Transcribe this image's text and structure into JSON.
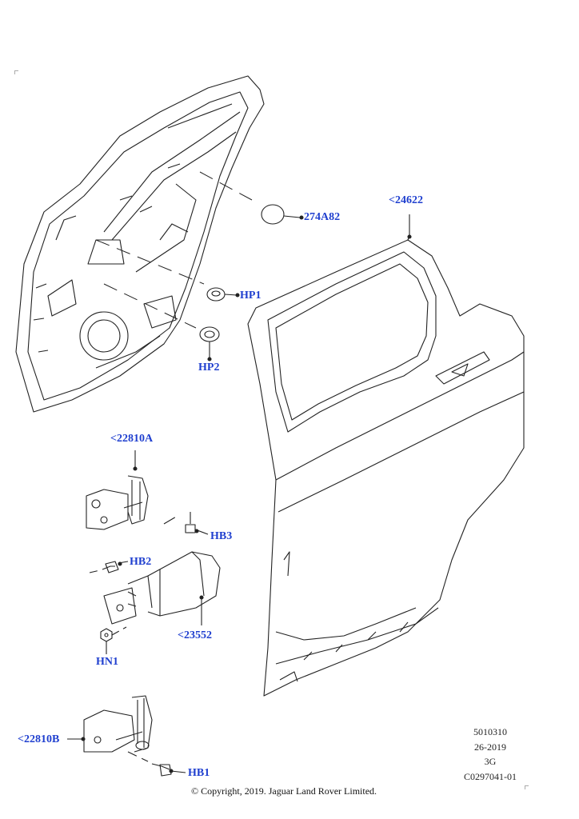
{
  "callouts": {
    "grommet_274a82": "274A82",
    "door_24622": "<24622",
    "plug_hp1": "HP1",
    "plug_hp2": "HP2",
    "hinge_upper": "<22810A",
    "bolt_hb3": "HB3",
    "bolt_hb2": "HB2",
    "check_strap": "<23552",
    "nut_hn1": "HN1",
    "hinge_lower": "<22810B",
    "bolt_hb1": "HB1"
  },
  "meta": {
    "line1": "5010310",
    "line2": "26-2019",
    "line3": "3G",
    "line4": "C0297041-01"
  },
  "copyright": "© Copyright, 2019. Jaguar Land Rover Limited.",
  "colors": {
    "callout": "#1f3fcf",
    "line": "#222222"
  }
}
